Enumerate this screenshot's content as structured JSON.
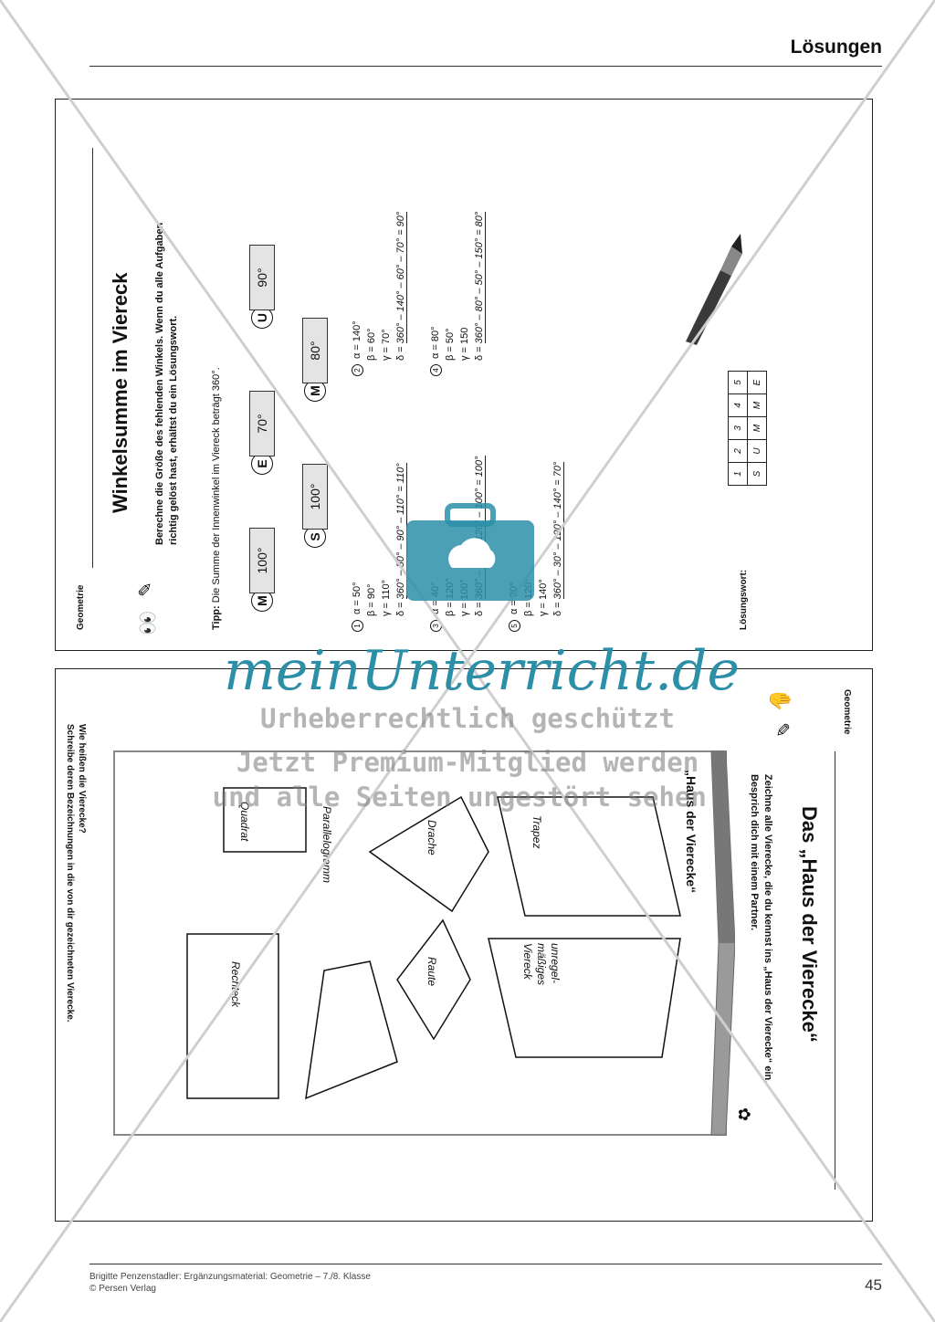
{
  "header": {
    "title": "Lösungen"
  },
  "top_sheet": {
    "subject": "Geometrie",
    "title": "Winkelsumme im Viereck",
    "instruction_line1": "Berechne die Größe des fehlenden Winkels. Wenn du alle Aufgaben",
    "instruction_line2": "richtig gelöst hast, erhältst du ein Lösungswort.",
    "tip_label": "Tipp:",
    "tip_text": "Die Summe der Innenwinkel im Viereck beträgt 360°.",
    "cards": [
      {
        "letter": "M",
        "value": "100°"
      },
      {
        "letter": "E",
        "value": "70°"
      },
      {
        "letter": "U",
        "value": "90°"
      },
      {
        "letter": "S",
        "value": "100°"
      },
      {
        "letter": "M",
        "value": "80°"
      }
    ],
    "tasks": [
      {
        "num": "1",
        "a": "α = 50°",
        "b": "β = 90°",
        "g": "γ = 110°",
        "d_prefix": "δ =",
        "d": "360° – 50° – 90° – 110° = 110°"
      },
      {
        "num": "2",
        "a": "α = 140°",
        "b": "β = 60°",
        "g": "γ = 70°",
        "d_prefix": "δ =",
        "d": "360° – 140° – 60° – 70° = 90°"
      },
      {
        "num": "3",
        "a": "α = 40°",
        "b": "β = 120°",
        "g": "γ = 100°",
        "d_prefix": "δ =",
        "d": "360° – 40° – 120° – 100° = 100°"
      },
      {
        "num": "4",
        "a": "α = 80°",
        "b": "β = 50°",
        "g": "γ = 150",
        "d_prefix": "δ =",
        "d": "360° – 80° – 50° – 150° = 80°"
      },
      {
        "num": "5",
        "a": "α = 30°",
        "b": "β = 120°",
        "g": "γ = 140°",
        "d_prefix": "δ =",
        "d": "360° – 30° – 120° – 140° = 70°"
      }
    ],
    "solution_label": "Lösungswort:",
    "solution_numbers": [
      "1",
      "2",
      "3",
      "4",
      "5"
    ],
    "solution_letters": [
      "S",
      "U",
      "M",
      "M",
      "E"
    ]
  },
  "bottom_sheet": {
    "subject": "Geometrie",
    "title": "Das „Haus der Vierecke“",
    "instruction_line1": "Zeichne alle Vierecke, die du kennst ins „Haus der Vierecke“ ein.",
    "instruction_line2": "Besprich dich mit einem Partner.",
    "house_label": "„Haus der Vierecke“",
    "shapes": [
      "Parallelogramm",
      "Quadrat",
      "Rechteck",
      "Drache",
      "Raute",
      "Trapez",
      "unregel-",
      "mäßiges",
      "Viereck"
    ],
    "question_line1": "Wie heißen die Vierecke?",
    "question_line2": "Schreibe deren Bezeichnungen in die von dir gezeichneten Vierecke."
  },
  "watermark": {
    "brand": "meinUnterricht.de",
    "line1": "Urheberrechtlich geschützt",
    "line2": "Jetzt Premium-Mitglied werden",
    "line3": "und alle Seiten ungestört sehen!",
    "color": "#2c8fa8"
  },
  "footer": {
    "line1": "Brigitte Penzenstadler: Ergänzungsmaterial: Geometrie – 7./8. Klasse",
    "line2": "© Persen Verlag",
    "page": "45"
  }
}
